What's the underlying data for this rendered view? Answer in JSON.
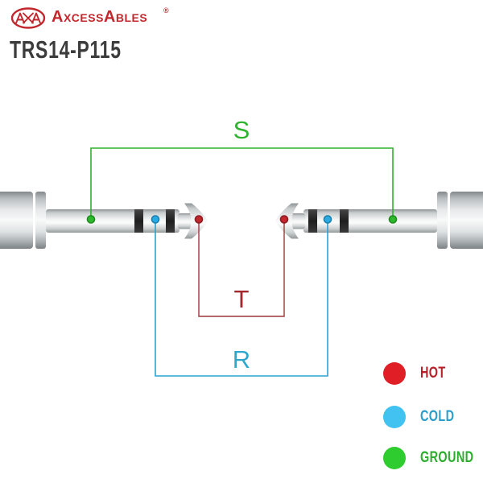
{
  "header": {
    "brand": "AxcessAbles",
    "registered_mark": "®",
    "product_code": "TRS14-P115",
    "logo": "AXA-oval-monogram"
  },
  "diagram": {
    "connector_type": "TRS 1/4-inch stereo plug, both ends",
    "labels": {
      "sleeve": "S",
      "tip": "T",
      "ring": "R"
    },
    "label_colors": {
      "sleeve": "#2eb32e",
      "tip": "#a3282e",
      "ring": "#2fa6cd"
    },
    "wire_colors": {
      "sleeve": "#2db32d",
      "tip": "#9c393d",
      "ring": "#2ba3d4"
    },
    "dot_colors": {
      "sleeve": "#2db82d",
      "tip": "#c1272d",
      "ring": "#29abe2"
    }
  },
  "legend": {
    "items": [
      {
        "label": "HOT",
        "color": "#e01e26",
        "label_color": "#b5202a"
      },
      {
        "label": "COLD",
        "color": "#41c2f1",
        "label_color": "#2b9dc9"
      },
      {
        "label": "GROUND",
        "color": "#2ecc2e",
        "label_color": "#2dad2d"
      }
    ]
  }
}
